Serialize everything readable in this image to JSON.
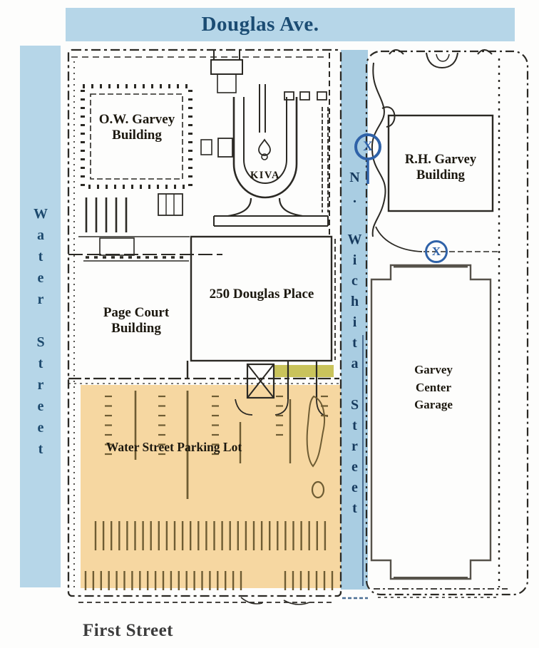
{
  "streets": {
    "douglas": {
      "label": "Douglas Ave."
    },
    "water": {
      "label": "Water Street"
    },
    "wichita": {
      "label": "N. Wichita Street"
    },
    "first": {
      "label": "First Street"
    }
  },
  "buildings": {
    "ow_garvey": {
      "label": "O.W. Garvey Building"
    },
    "kiva": {
      "label": "KIVA"
    },
    "rh_garvey": {
      "label": "R.H. Garvey Building"
    },
    "page_court": {
      "label": "Page Court Building"
    },
    "douglas_place": {
      "label": "250 Douglas Place"
    },
    "garage": {
      "label": "Garvey Center Garage"
    },
    "parking_lot": {
      "label": "Water Street Parking Lot"
    }
  },
  "markers": {
    "symbol": "X",
    "count": 2
  },
  "colors": {
    "street_fill": "#b6d6e8",
    "wichita_fill": "#a9cde2",
    "banner_text": "#1b4c73",
    "street_text": "#1d4a6e",
    "wichita_text": "#163a5e",
    "marker": "#2f62a8",
    "lot_fill": "#f6d7a1",
    "garage_fill": "#dadac8",
    "garage_stroke": "#56524a",
    "highlight": "#c6c052",
    "ink": "#2b2924",
    "lot_mark": "#6e5c33",
    "label_ink": "#1c180f",
    "first_text": "#3c3c3c"
  }
}
